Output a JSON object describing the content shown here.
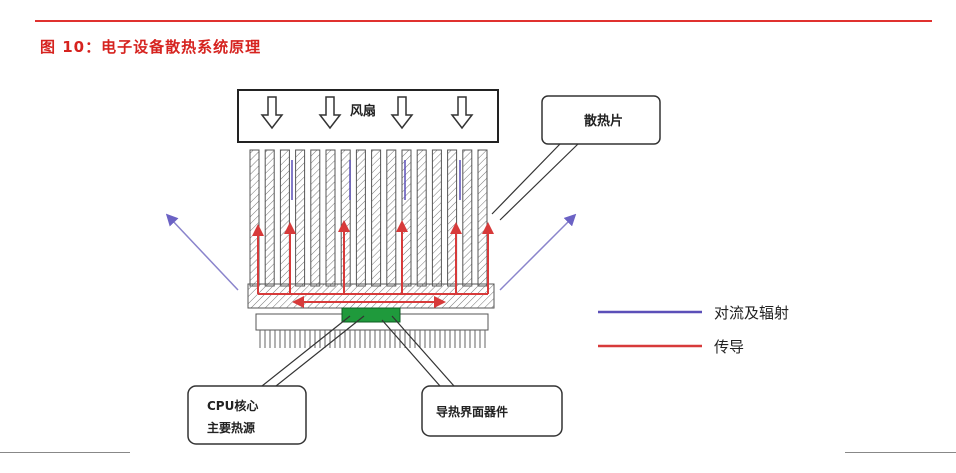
{
  "figure": {
    "title": "图 10：电子设备散热系统原理"
  },
  "labels": {
    "fan": "风扇",
    "heatsink": "散热片",
    "cpu_line1": "CPU核心",
    "cpu_line2": "主要热源",
    "interface": "导热界面器件"
  },
  "legend": {
    "convection": "对流及辐射",
    "conduction": "传导"
  },
  "colors": {
    "title": "#d6231f",
    "convection": "#5b4fb8",
    "conduction": "#d73a3a",
    "chip": "#1f9a3c"
  }
}
